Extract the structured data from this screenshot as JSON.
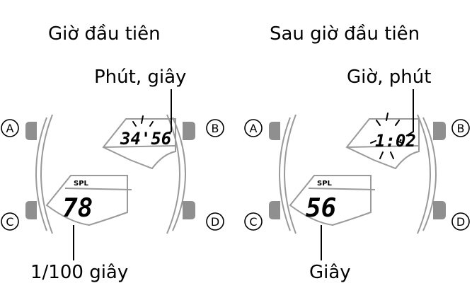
{
  "left_panel": {
    "heading": "Giờ đầu tiên",
    "callout_upper": "Phút, giây",
    "callout_lower": "1/100 giây",
    "upper_display": "34'56",
    "lower_label": "SPL",
    "lower_display": "78",
    "upper_display_flashing": false
  },
  "right_panel": {
    "heading": "Sau giờ đầu tiên",
    "callout_upper": "Giờ, phút",
    "callout_lower": "Giây",
    "upper_display": "1:02",
    "lower_label": "SPL",
    "lower_display": "56",
    "upper_display_flashing": true
  },
  "buttons": {
    "a": "A",
    "b": "B",
    "c": "C",
    "d": "D"
  },
  "colors": {
    "case_outline": "#9a9a9a",
    "button_fill": "#8f8f8f",
    "ink": "#000000"
  }
}
